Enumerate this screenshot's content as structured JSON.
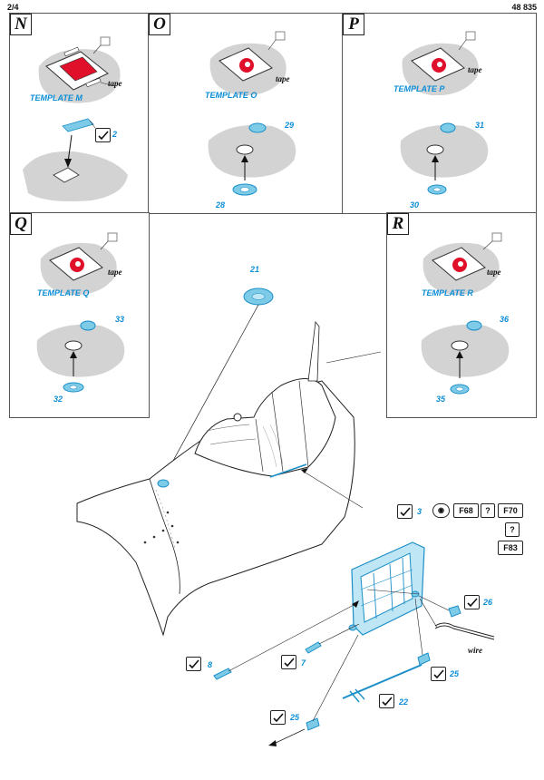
{
  "header": {
    "page": "2/4",
    "code": "48 835"
  },
  "steps": {
    "N": {
      "letter": "N",
      "template": "TEMPLATE  M",
      "tape": "tape",
      "part": "2"
    },
    "O": {
      "letter": "O",
      "template": "TEMPLATE  O",
      "tape": "tape",
      "part_top": "29",
      "part_bottom": "28"
    },
    "P": {
      "letter": "P",
      "template": "TEMPLATE  P",
      "tape": "tape",
      "part_top": "31",
      "part_bottom": "30"
    },
    "Q": {
      "letter": "Q",
      "template": "TEMPLATE  Q",
      "tape": "tape",
      "part_top": "33",
      "part_bottom": "32"
    },
    "R": {
      "letter": "R",
      "template": "TEMPLATE  R",
      "tape": "tape",
      "part_top": "36",
      "part_bottom": "35"
    }
  },
  "main": {
    "part21": "21",
    "part3": "3",
    "f68": "F68",
    "f70": "F70",
    "f83": "F83",
    "q1": "?",
    "q2": "?",
    "part26": "26",
    "wire": "wire",
    "part8": "8",
    "part7": "7",
    "part25a": "25",
    "part25b": "25",
    "part22": "22"
  },
  "colors": {
    "etch": "#7ecbe8",
    "etch_stroke": "#1a8fc8",
    "label": "#0b8ed6",
    "shadow": "#d3d3d3",
    "template_red": "#e0102a"
  }
}
